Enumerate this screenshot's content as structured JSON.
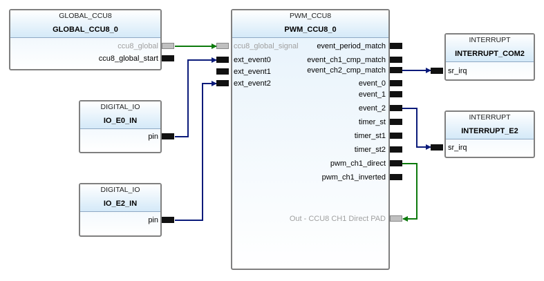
{
  "blocks": {
    "global_ccu8": {
      "type": "GLOBAL_CCU8",
      "instance": "GLOBAL_CCU8_0",
      "ports": {
        "ccu8_global": "ccu8_global",
        "ccu8_global_start": "ccu8_global_start"
      }
    },
    "io_e0": {
      "type": "DIGITAL_IO",
      "instance": "IO_E0_IN",
      "ports": {
        "pin": "pin"
      }
    },
    "io_e2": {
      "type": "DIGITAL_IO",
      "instance": "IO_E2_IN",
      "ports": {
        "pin": "pin"
      }
    },
    "pwm": {
      "type": "PWM_CCU8",
      "instance": "PWM_CCU8_0",
      "inputs": {
        "global_signal": "ccu8_global_signal",
        "ext_event0": "ext_event0",
        "ext_event1": "ext_event1",
        "ext_event2": "ext_event2"
      },
      "outputs": {
        "event_period_match": "event_period_match",
        "event_ch1_cmp_match": "event_ch1_cmp_match",
        "event_ch2_cmp_match": "event_ch2_cmp_match",
        "event_0": "event_0",
        "event_1": "event_1",
        "event_2": "event_2",
        "timer_st": "timer_st",
        "timer_st1": "timer_st1",
        "timer_st2": "timer_st2",
        "pwm_ch1_direct": "pwm_ch1_direct",
        "pwm_ch1_inverted": "pwm_ch1_inverted",
        "out_pad": "Out - CCU8 CH1 Direct PAD"
      }
    },
    "int_com2": {
      "type": "INTERRUPT",
      "instance": "INTERRUPT_COM2",
      "ports": {
        "sr_irq": "sr_irq"
      }
    },
    "int_e2": {
      "type": "INTERRUPT",
      "instance": "INTERRUPT_E2",
      "ports": {
        "sr_irq": "sr_irq"
      }
    }
  },
  "colors": {
    "signal_wire": "#0c7a0c",
    "event_wire": "#0a1a7a",
    "pin": "#111111",
    "virtual_pin": "#c0c0c0"
  }
}
